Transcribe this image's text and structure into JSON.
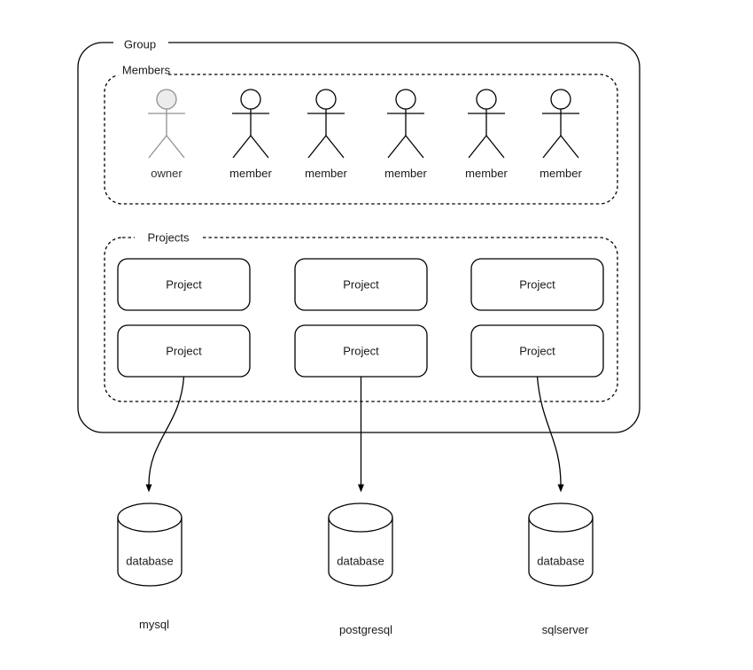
{
  "group": {
    "label": "Group"
  },
  "members": {
    "label": "Members",
    "actors": [
      {
        "label": "owner",
        "role": "owner"
      },
      {
        "label": "member",
        "role": "member"
      },
      {
        "label": "member",
        "role": "member"
      },
      {
        "label": "member",
        "role": "member"
      },
      {
        "label": "member",
        "role": "member"
      },
      {
        "label": "member",
        "role": "member"
      }
    ]
  },
  "projects": {
    "label": "Projects",
    "items": [
      {
        "label": "Project"
      },
      {
        "label": "Project"
      },
      {
        "label": "Project"
      },
      {
        "label": "Project"
      },
      {
        "label": "Project"
      },
      {
        "label": "Project"
      }
    ]
  },
  "databases": [
    {
      "label": "database",
      "name": "mysql"
    },
    {
      "label": "database",
      "name": "postgresql"
    },
    {
      "label": "database",
      "name": "sqlserver"
    }
  ],
  "colors": {
    "stroke": "#000000",
    "owner_stroke": "#909090",
    "owner_head_fill": "#ececec",
    "background": "#ffffff"
  }
}
